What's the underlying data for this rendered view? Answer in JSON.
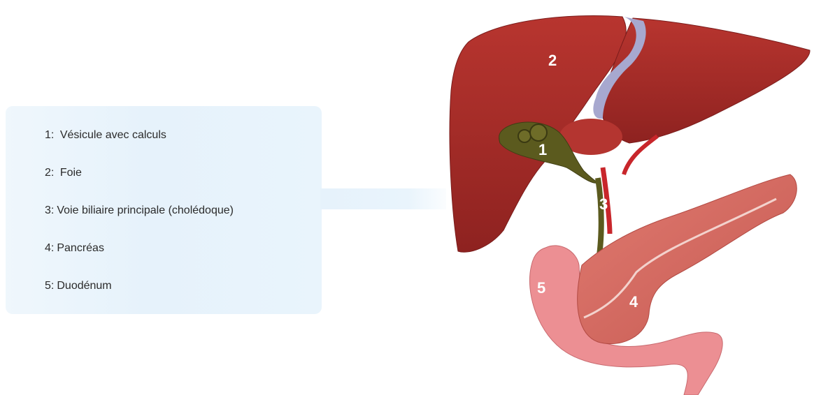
{
  "legend": {
    "items": [
      {
        "num": "1",
        "text": "Vésicule avec calculs"
      },
      {
        "num": "2",
        "text": "Foie"
      },
      {
        "num": "3",
        "text": "Voie biliaire principale (cholédoque)"
      },
      {
        "num": "4",
        "text": "Pancréas"
      },
      {
        "num": "5",
        "text": "Duodénum"
      }
    ]
  },
  "illustration": {
    "labels": {
      "gallbladder": "1",
      "liver": "2",
      "bile_duct": "3",
      "pancreas": "4",
      "duodenum": "5"
    },
    "colors": {
      "liver": "#a32a28",
      "gallbladder": "#5b5a1e",
      "pancreas": "#d46a63",
      "duodenum": "#ec8f93",
      "vessel": "#c8262b",
      "ligament": "#a7a8cf"
    }
  }
}
